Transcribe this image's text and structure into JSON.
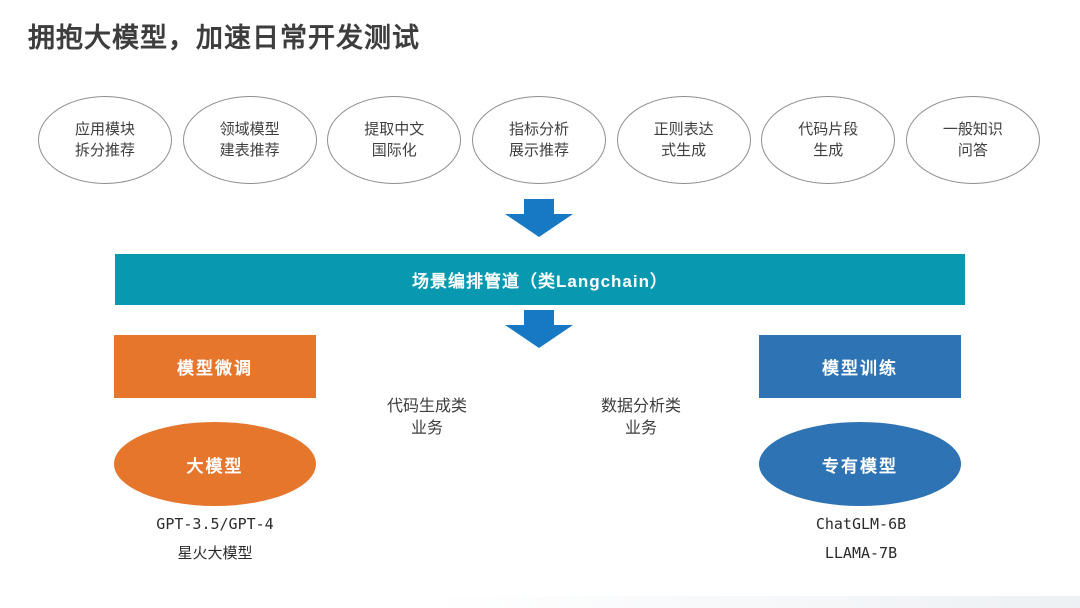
{
  "title": "拥抱大模型，加速日常开发测试",
  "bubbles": [
    {
      "line1": "应用模块",
      "line2": "拆分推荐"
    },
    {
      "line1": "领域模型",
      "line2": "建表推荐"
    },
    {
      "line1": "提取中文",
      "line2": "国际化"
    },
    {
      "line1": "指标分析",
      "line2": "展示推荐"
    },
    {
      "line1": "正则表达",
      "line2": "式生成"
    },
    {
      "line1": "代码片段",
      "line2": "生成"
    },
    {
      "line1": "一般知识",
      "line2": "问答"
    }
  ],
  "pipeline": {
    "label": "场景编排管道（类Langchain）"
  },
  "left_group": {
    "header": "模型微调",
    "ellipse": "大模型",
    "models": [
      "GPT-3.5/GPT-4",
      "星火大模型"
    ]
  },
  "business_labels": [
    {
      "line1": "代码生成类",
      "line2": "业务"
    },
    {
      "line1": "数据分析类",
      "line2": "业务"
    }
  ],
  "right_group": {
    "header": "模型训练",
    "ellipse": "专有模型",
    "models": [
      "ChatGLM-6B",
      "LLAMA-7B"
    ]
  },
  "colors": {
    "teal": "#0899B0",
    "orange": "#E7762D",
    "blue": "#2E73B4",
    "arrow_blue": "#1778C4",
    "bubble_border": "#8F8F8F",
    "text_dark": "#3D3D3D"
  }
}
